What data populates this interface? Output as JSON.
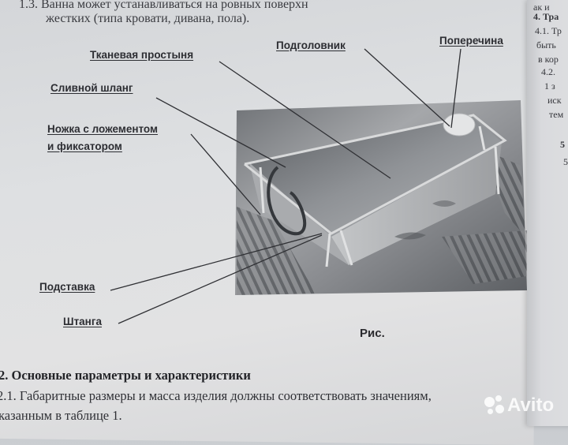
{
  "intro": {
    "line1": "1.3.  Ванна может устанавливаться на ровных поверхн",
    "line2": "жестких (типа кровати, дивана, пола)."
  },
  "labels": {
    "sheet": "Тканевая простыня",
    "headrest": "Подголовник",
    "crossbar": "Поперечина",
    "hose": "Сливной шланг",
    "leg_line1": "Ножка с ложементом",
    "leg_line2": "и фиксатором",
    "stand": "Подставка",
    "rod": "Штанга"
  },
  "figure_caption": "Рис.",
  "section": {
    "heading": "2. Основные параметры и характеристики",
    "line1": "2.1.  Габаритные размеры и масса изделия должны соответствовать значениям,",
    "line2": "казанным в таблице 1."
  },
  "right_page": {
    "fragments": [
      "ак и",
      "4. Тра",
      "4.1. Тр",
      "быть",
      "в кор",
      "4.2.",
      "1 з",
      "иск",
      "тем",
      "5",
      "5"
    ]
  },
  "watermark": "Avito",
  "colors": {
    "paper": "#dedfe1",
    "ink": "#2a2a2e",
    "photo_dark": "#3e4145",
    "photo_light": "#8e9194"
  }
}
